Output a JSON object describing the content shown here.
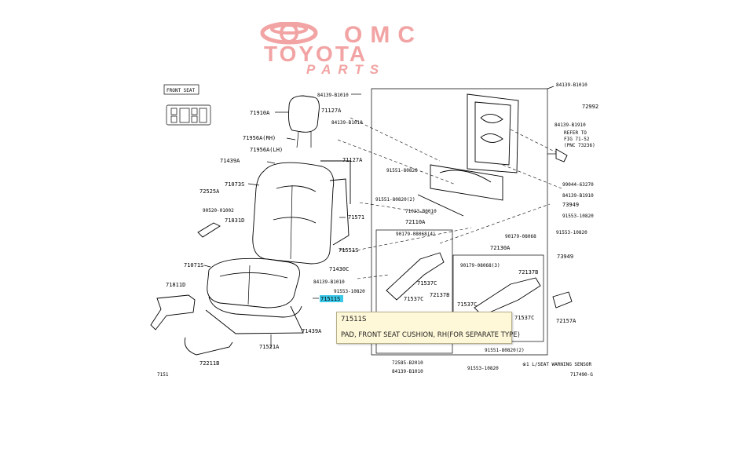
{
  "logo": {
    "line1": "OMC",
    "line2": "TOYOTA",
    "line3": "PARTS",
    "color": "#f2a3a3"
  },
  "diagram": {
    "title_box": "FRONT SEAT",
    "footer_left": "7151",
    "footer_right": "717490-G",
    "footnote": "※1 L/SEAT WARNING SENSOR",
    "refer_note": [
      "REFER TO",
      "FIG 71-52",
      "(PNC 73236)"
    ],
    "highlight": {
      "label": "71511S",
      "color": "#3cc8e8"
    },
    "parts": [
      {
        "id": "p_84139_top",
        "label": "84139-B1010"
      },
      {
        "id": "p_84139_tr",
        "label": "84139-B1010"
      },
      {
        "id": "p_72992",
        "label": "72992"
      },
      {
        "id": "p_71910a",
        "label": "71910A"
      },
      {
        "id": "p_71127a_1",
        "label": "71127A"
      },
      {
        "id": "p_84139_mid",
        "label": "84139-B1010"
      },
      {
        "id": "p_71956a_rh",
        "label": "71956A(RH)"
      },
      {
        "id": "p_71956a_lh",
        "label": "71956A(LH)"
      },
      {
        "id": "p_71439a_1",
        "label": "71439A"
      },
      {
        "id": "p_71127a_2",
        "label": "71127A"
      },
      {
        "id": "p_84139_r2",
        "label": "84139-B1910"
      },
      {
        "id": "p_91551",
        "label": "91551-80826"
      },
      {
        "id": "p_99044",
        "label": "99044-63270"
      },
      {
        "id": "p_71073s",
        "label": "71073S"
      },
      {
        "id": "p_72525a",
        "label": "72525A"
      },
      {
        "id": "p_91551_2",
        "label": "91551-80820(2)"
      },
      {
        "id": "p_84139_r3",
        "label": "84139-B1910"
      },
      {
        "id": "p_73949_1",
        "label": "73949"
      },
      {
        "id": "p_90520",
        "label": "90520-01002"
      },
      {
        "id": "p_71831d",
        "label": "71831D"
      },
      {
        "id": "p_71571",
        "label": "71571"
      },
      {
        "id": "p_71023",
        "label": "71023-B0010"
      },
      {
        "id": "p_91553_r",
        "label": "91553-10820"
      },
      {
        "id": "p_72110a",
        "label": "72110A"
      },
      {
        "id": "p_91553_r2",
        "label": "91553-10820"
      },
      {
        "id": "p_90179_4",
        "label": "90179-08068(4)"
      },
      {
        "id": "p_90179",
        "label": "90179-08068"
      },
      {
        "id": "p_71551s",
        "label": "71551S"
      },
      {
        "id": "p_72130a",
        "label": "72130A"
      },
      {
        "id": "p_73949_2",
        "label": "73949"
      },
      {
        "id": "p_71071s",
        "label": "71071S"
      },
      {
        "id": "p_71430c",
        "label": "71430C"
      },
      {
        "id": "p_90179_3",
        "label": "90179-08068(3)"
      },
      {
        "id": "p_84139_l",
        "label": "84139-B1010"
      },
      {
        "id": "p_72137b_1",
        "label": "72137B"
      },
      {
        "id": "p_71537c_1",
        "label": "71537C"
      },
      {
        "id": "p_71811d",
        "label": "71811D"
      },
      {
        "id": "p_91553_m",
        "label": "91553-10820"
      },
      {
        "id": "p_72137b_2",
        "label": "72137B"
      },
      {
        "id": "p_71537c_2",
        "label": "71537C"
      },
      {
        "id": "p_71537c_3",
        "label": "71537C"
      },
      {
        "id": "p_71537c_4",
        "label": "71537C"
      },
      {
        "id": "p_72157a",
        "label": "72157A"
      },
      {
        "id": "p_71439a_2",
        "label": "71439A"
      },
      {
        "id": "p_71521a",
        "label": "71521A"
      },
      {
        "id": "p_91551_b",
        "label": "91551-80820(2)"
      },
      {
        "id": "p_72211b",
        "label": "72211B"
      },
      {
        "id": "p_72585",
        "label": "72585-B2010"
      },
      {
        "id": "p_91553_b",
        "label": "91553-10820"
      },
      {
        "id": "p_84139_b",
        "label": "84139-B1010"
      }
    ]
  },
  "tooltip": {
    "part_number": "71511S",
    "description": "PAD, FRONT SEAT CUSHION, RH(FOR SEPARATE TYPE)"
  }
}
